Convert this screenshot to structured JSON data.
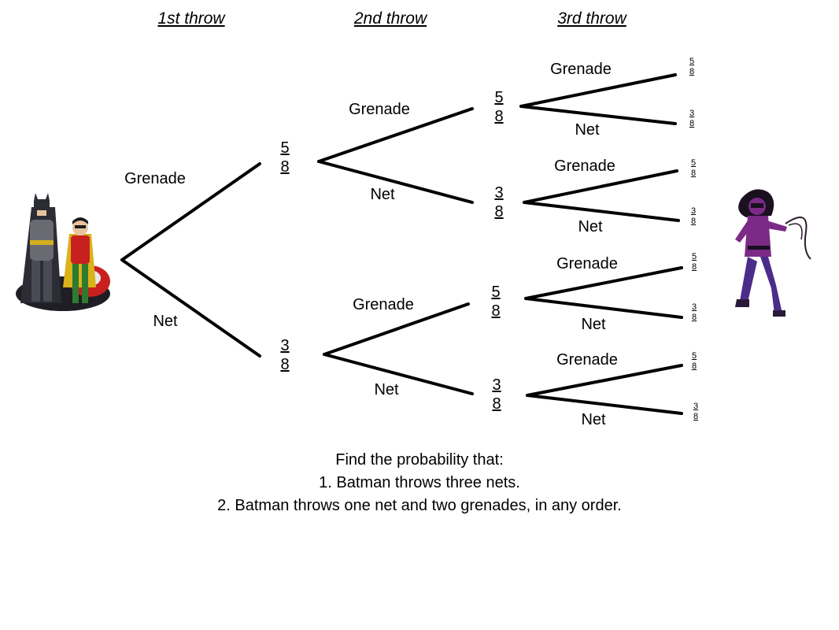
{
  "headers": [
    "1st throw",
    "2nd throw",
    "3rd throw"
  ],
  "branch_labels": {
    "grenade": "Grenade",
    "net": "Net"
  },
  "probabilities": {
    "grenade": {
      "num": "5",
      "den": "8"
    },
    "net": {
      "num": "3",
      "den": "8"
    }
  },
  "question": {
    "intro": "Find the probability that:",
    "items": [
      "1. Batman throws three nets.",
      "2. Batman throws one net and two grenades, in any order."
    ]
  },
  "figures": {
    "left": "batman-and-robin-illustration",
    "right": "catwoman-illustration"
  },
  "colors": {
    "line": "#000000",
    "batman_suit": "#3a3a44",
    "robin_red": "#c8201e",
    "robin_green": "#2e7a2e",
    "catwoman_purple": "#7b2a86"
  }
}
